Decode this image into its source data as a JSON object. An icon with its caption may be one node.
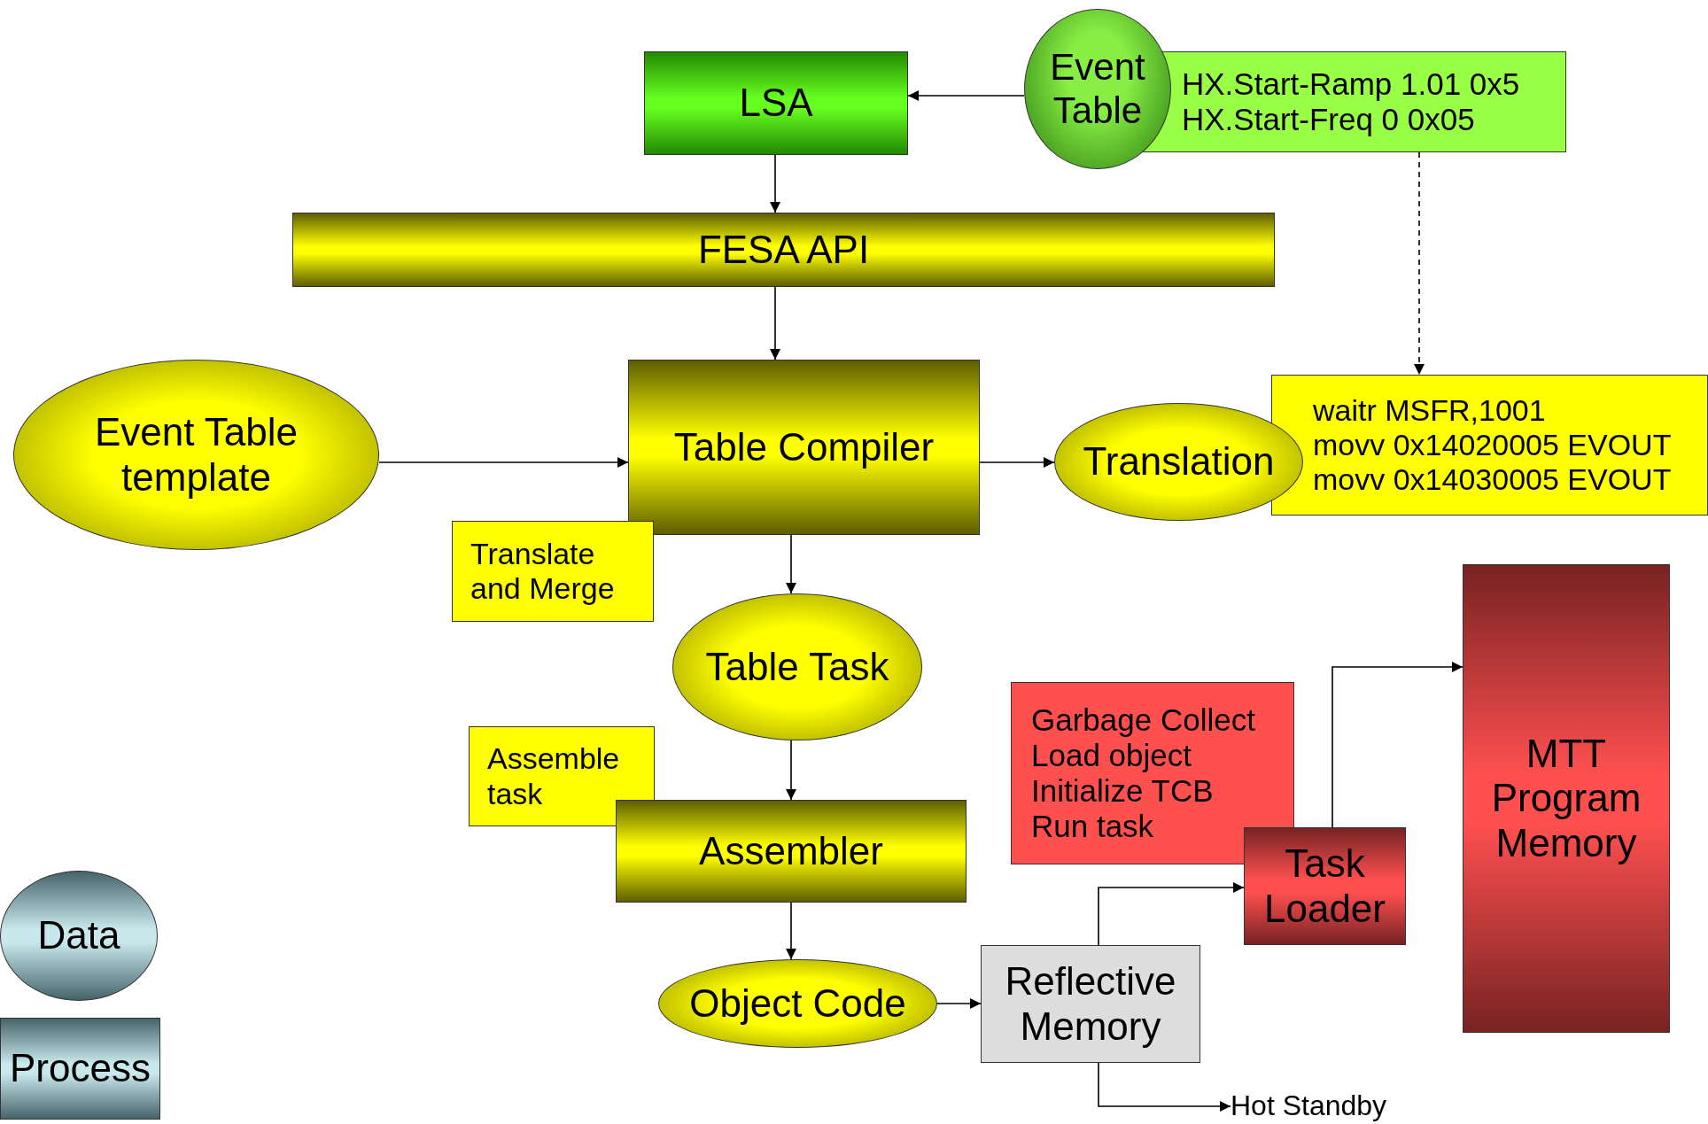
{
  "diagram": {
    "nodes": [
      {
        "text": [
          "LSA"
        ]
      },
      {
        "text": [
          "Event Table"
        ]
      },
      {
        "text": [
          "HX.Start-Ramp 1.01 0x5",
          "HX.Start-Freq 0 0x05"
        ]
      },
      {
        "text": [
          "FESA API"
        ]
      },
      {
        "text": [
          "Event Table template"
        ]
      },
      {
        "text": [
          "Table Compiler"
        ]
      },
      {
        "text": [
          "Translate and Merge"
        ]
      },
      {
        "text": [
          "Translation"
        ]
      },
      {
        "text": [
          "waitr MSFR,1001",
          "movv 0x14020005 EVOUT",
          "movv 0x14030005 EVOUT"
        ]
      },
      {
        "text": [
          "Table Task"
        ]
      },
      {
        "text": [
          "Assemble task"
        ]
      },
      {
        "text": [
          "Assembler"
        ]
      },
      {
        "text": [
          "Object Code"
        ]
      },
      {
        "text": [
          "Reflective Memory"
        ]
      },
      {
        "text": [
          "Garbage Collect",
          "Load object",
          "Initialize TCB",
          "Run task"
        ]
      },
      {
        "text": [
          "Task Loader"
        ]
      },
      {
        "text": [
          "MTT Program Memory"
        ]
      },
      {
        "text": [
          "Hot Standby"
        ]
      },
      {
        "text": [
          "Data"
        ]
      },
      {
        "text": [
          "Process"
        ]
      }
    ],
    "edges": [
      {
        "from": 1,
        "to": 0,
        "arrow": "to"
      },
      {
        "from": 0,
        "to": 3,
        "arrow": "to"
      },
      {
        "from": 3,
        "to": 5,
        "arrow": "to"
      },
      {
        "from": 4,
        "to": 5,
        "arrow": "to"
      },
      {
        "from": 2,
        "to": 8,
        "arrow": "to",
        "style": "dashed"
      },
      {
        "from": 5,
        "to": 7,
        "arrow": "to"
      },
      {
        "from": 5,
        "to": 9,
        "arrow": "to"
      },
      {
        "from": 9,
        "to": 11,
        "arrow": "to"
      },
      {
        "from": 11,
        "to": 12,
        "arrow": "to"
      },
      {
        "from": 12,
        "to": 13,
        "arrow": "to"
      },
      {
        "from": 13,
        "to": 15,
        "arrow": "to"
      },
      {
        "from": 15,
        "to": 16,
        "arrow": "to"
      },
      {
        "from": 13,
        "to": 17,
        "arrow": "to"
      }
    ]
  }
}
